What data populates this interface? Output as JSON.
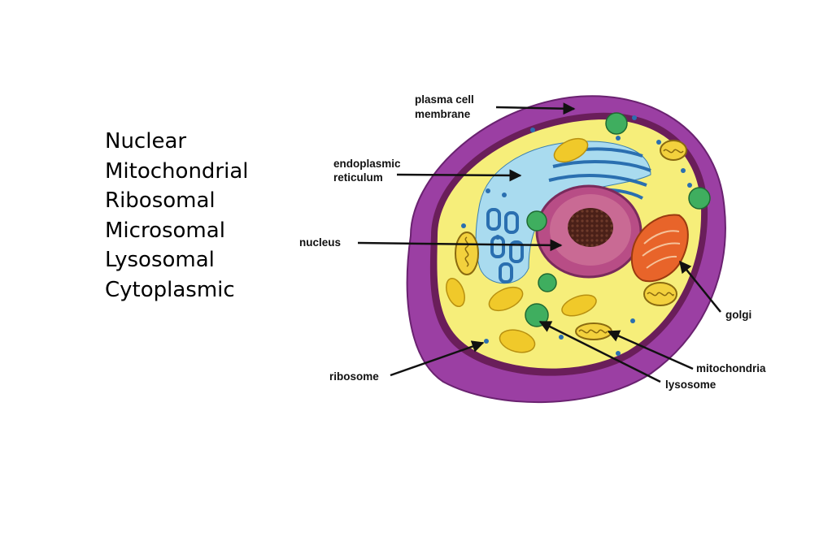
{
  "compartments": [
    "Nuclear",
    "Mitochondrial",
    "Ribosomal",
    "Microsomal",
    "Lysosomal",
    "Cytoplasmic"
  ],
  "diagram": {
    "labels": {
      "plasma_membrane": [
        "plasma cell",
        "membrane"
      ],
      "endoplasmic_reticulum": [
        "endoplasmic",
        "reticulum"
      ],
      "nucleus": "nucleus",
      "golgi": "golgi",
      "mitochondria": "mitochondria",
      "lysosome": "lysosome",
      "ribosome": "ribosome"
    },
    "colors": {
      "membrane": "#9b3fa3",
      "cytoplasm": "#f6ee7a",
      "nucleus": "#b84d86",
      "nucleolus": "#5a2a22",
      "er": "#9fd3e6",
      "golgi": "#e8642a",
      "mitochondria": "#f3d13d",
      "lysosome": "#3fae5f",
      "ribosome": "#2a6fb0"
    }
  }
}
